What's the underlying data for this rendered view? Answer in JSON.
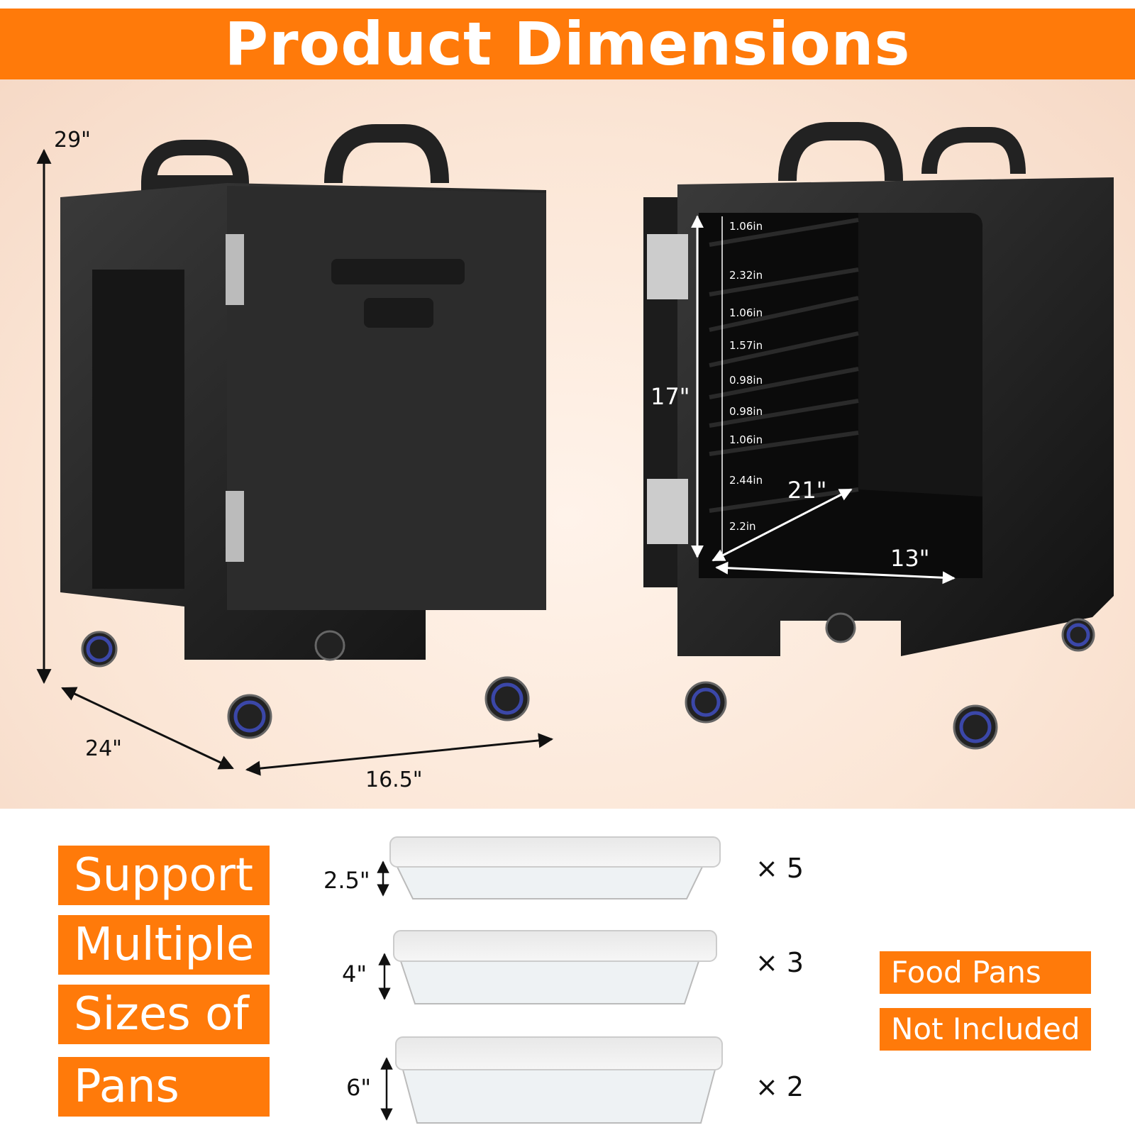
{
  "title": "Product Dimensions",
  "colors": {
    "accent": "#FF7A0A",
    "cabinet": "#1a1a1a",
    "background": "#FBE6D6"
  },
  "outer_dimensions": {
    "height": "29\"",
    "depth": "24\"",
    "width": "16.5\""
  },
  "inner_dimensions": {
    "height": "17\"",
    "depth": "21\"",
    "width": "13\""
  },
  "shelf_spacing": [
    "1.06in",
    "2.32in",
    "1.06in",
    "1.57in",
    "0.98in",
    "0.98in",
    "1.06in",
    "2.44in",
    "2.2in"
  ],
  "support_tags": [
    "Support",
    "Multiple",
    "Sizes of",
    "Pans"
  ],
  "pans": [
    {
      "depth": "2.5\"",
      "quantity": "× 5"
    },
    {
      "depth": "4\"",
      "quantity": "× 3"
    },
    {
      "depth": "6\"",
      "quantity": "× 2"
    }
  ],
  "notice_tags": [
    "Food Pans",
    "Not Included"
  ]
}
